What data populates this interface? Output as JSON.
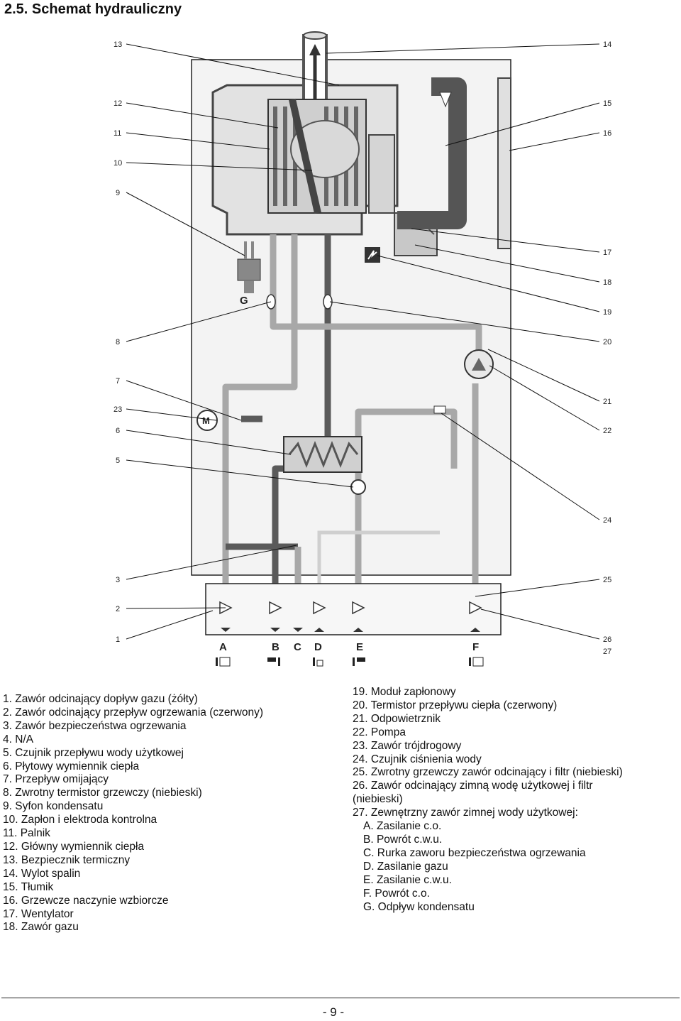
{
  "title": "2.5.  Schemat hydrauliczny",
  "callouts_left": [
    "13",
    "12",
    "11",
    "10",
    "9",
    "8",
    "7",
    "23",
    "6",
    "5",
    "3",
    "2",
    "1"
  ],
  "callouts_right": [
    "14",
    "15",
    "16",
    "17",
    "18",
    "19",
    "20",
    "21",
    "22",
    "24",
    "25",
    "26",
    "27"
  ],
  "connections": [
    "A",
    "B",
    "C",
    "D",
    "E",
    "F"
  ],
  "gas_outlet_label": "G",
  "legend_left": [
    "1. Zawór odcinający dopływ gazu (żółty)",
    "2. Zawór odcinający przepływ ogrzewania (czerwony)",
    "3. Zawór bezpieczeństwa ogrzewania",
    "4. N/A",
    "5. Czujnik przepływu wody użytkowej",
    "6. Płytowy wymiennik ciepła",
    "7. Przepływ omijający",
    "8. Zwrotny termistor grzewczy (niebieski)",
    "9. Syfon kondensatu",
    "10. Zapłon i elektroda kontrolna",
    "11. Palnik",
    "12. Główny wymiennik ciepła",
    "13. Bezpiecznik termiczny",
    "14. Wylot spalin",
    "15. Tłumik",
    "16. Grzewcze naczynie wzbiorcze",
    "17. Wentylator",
    "18. Zawór gazu"
  ],
  "legend_right": [
    "19. Moduł zapłonowy",
    "20. Termistor przepływu ciepła (czerwony)",
    "21. Odpowietrznik",
    "22. Pompa",
    "23. Zawór trójdrogowy",
    "24. Czujnik ciśnienia wody",
    "25. Zwrotny grzewczy zawór odcinający i filtr (niebieski)",
    "26. Zawór odcinający zimną wodę użytkowej i filtr",
    "(niebieski)",
    "27. Zewnętrzny zawór zimnej wody użytkowej:",
    "A. Zasilanie c.o.",
    "B. Powrót c.w.u.",
    "C. Rurka zaworu bezpieczeństwa ogrzewania",
    "D. Zasilanie gazu",
    "E. Zasilanie c.w.u.",
    "F. Powrót c.o.",
    "G. Odpływ kondensatu"
  ],
  "page_number": "- 9 -"
}
